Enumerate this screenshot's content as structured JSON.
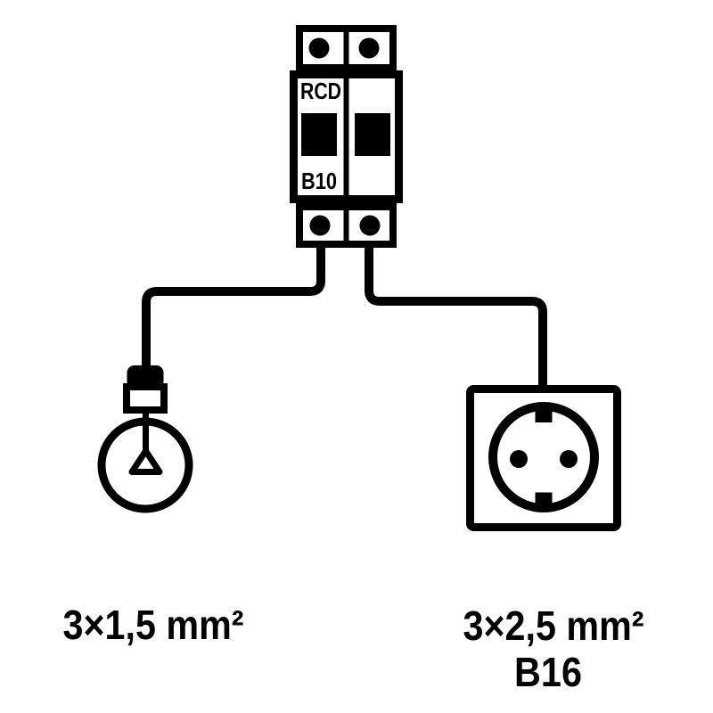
{
  "colors": {
    "foreground": "#000000",
    "background": "#ffffff"
  },
  "breaker": {
    "rcd_label": "RCD",
    "rating_label": "B10"
  },
  "lamp_branch": {
    "cable_label": "3×1,5 mm²"
  },
  "socket_branch": {
    "cable_label": "3×2,5 mm²",
    "breaker_label": "B16"
  }
}
